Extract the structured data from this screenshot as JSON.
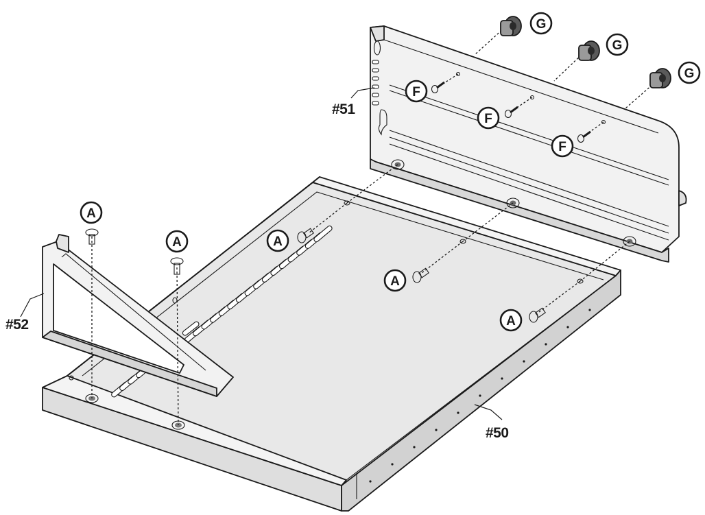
{
  "parts": {
    "tray": "#50",
    "back_panel": "#51",
    "bracket": "#52"
  },
  "hardware": {
    "screw_a": "A",
    "screw_f": "F",
    "grommet_g": "G"
  },
  "colors": {
    "line": "#1a1a1a",
    "light_face": "#f4f4f4",
    "mid_face": "#e2e2e2",
    "dark_face": "#cfcfcf",
    "hardware_fill": "#6a6a6a"
  }
}
